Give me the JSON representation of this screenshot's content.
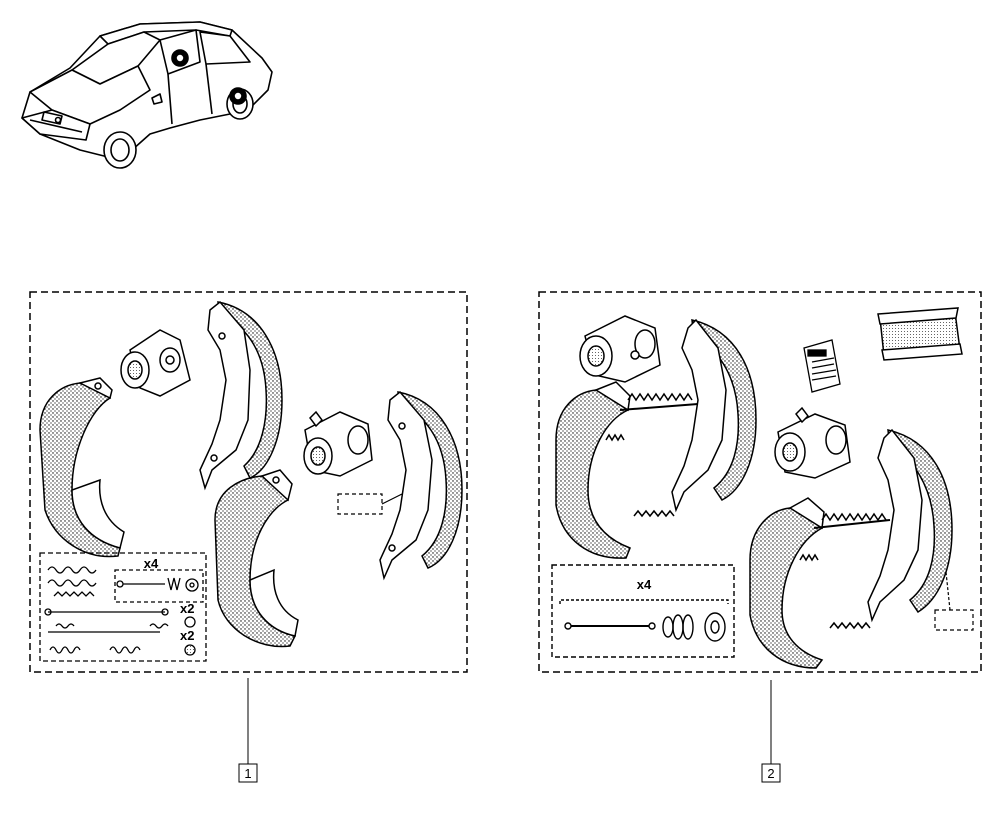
{
  "diagram": {
    "kits": [
      {
        "callout": "1",
        "multipliers": {
          "spring_pins": "x4",
          "adjuster_springs": "x2",
          "washers": "x2"
        }
      },
      {
        "callout": "2",
        "multipliers": {
          "spring_pins": "x4"
        }
      }
    ]
  }
}
